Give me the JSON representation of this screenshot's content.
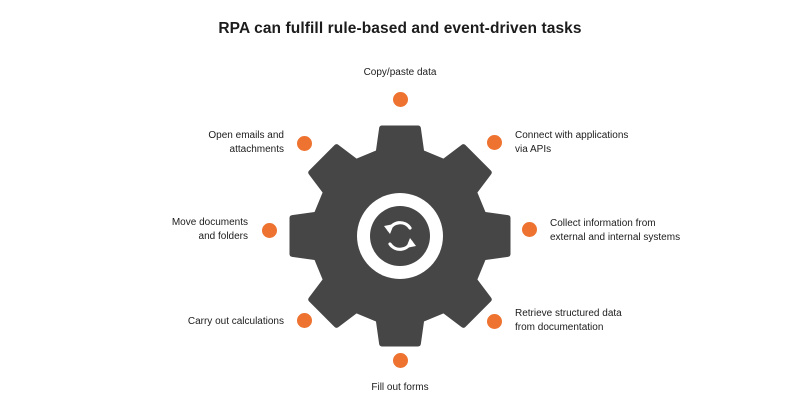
{
  "title": "RPA can fulfill rule-based and event-driven tasks",
  "colors": {
    "accent": "#ee7330",
    "gear": "#464646",
    "ring": "#ffffff",
    "text": "#1c1c1c"
  },
  "center_icon": "refresh-icon",
  "tasks": [
    {
      "id": "copy-paste",
      "text": "Copy/paste data"
    },
    {
      "id": "connect-apis",
      "text": "Connect with applications\nvia APIs"
    },
    {
      "id": "collect-info",
      "text": "Collect information from\nexternal and internal systems"
    },
    {
      "id": "retrieve-data",
      "text": "Retrieve structured data\nfrom documentation"
    },
    {
      "id": "fill-forms",
      "text": "Fill out forms"
    },
    {
      "id": "calculations",
      "text": "Carry out calculations"
    },
    {
      "id": "move-documents",
      "text": "Move documents\nand folders"
    },
    {
      "id": "open-emails",
      "text": "Open emails and\nattachments"
    }
  ]
}
